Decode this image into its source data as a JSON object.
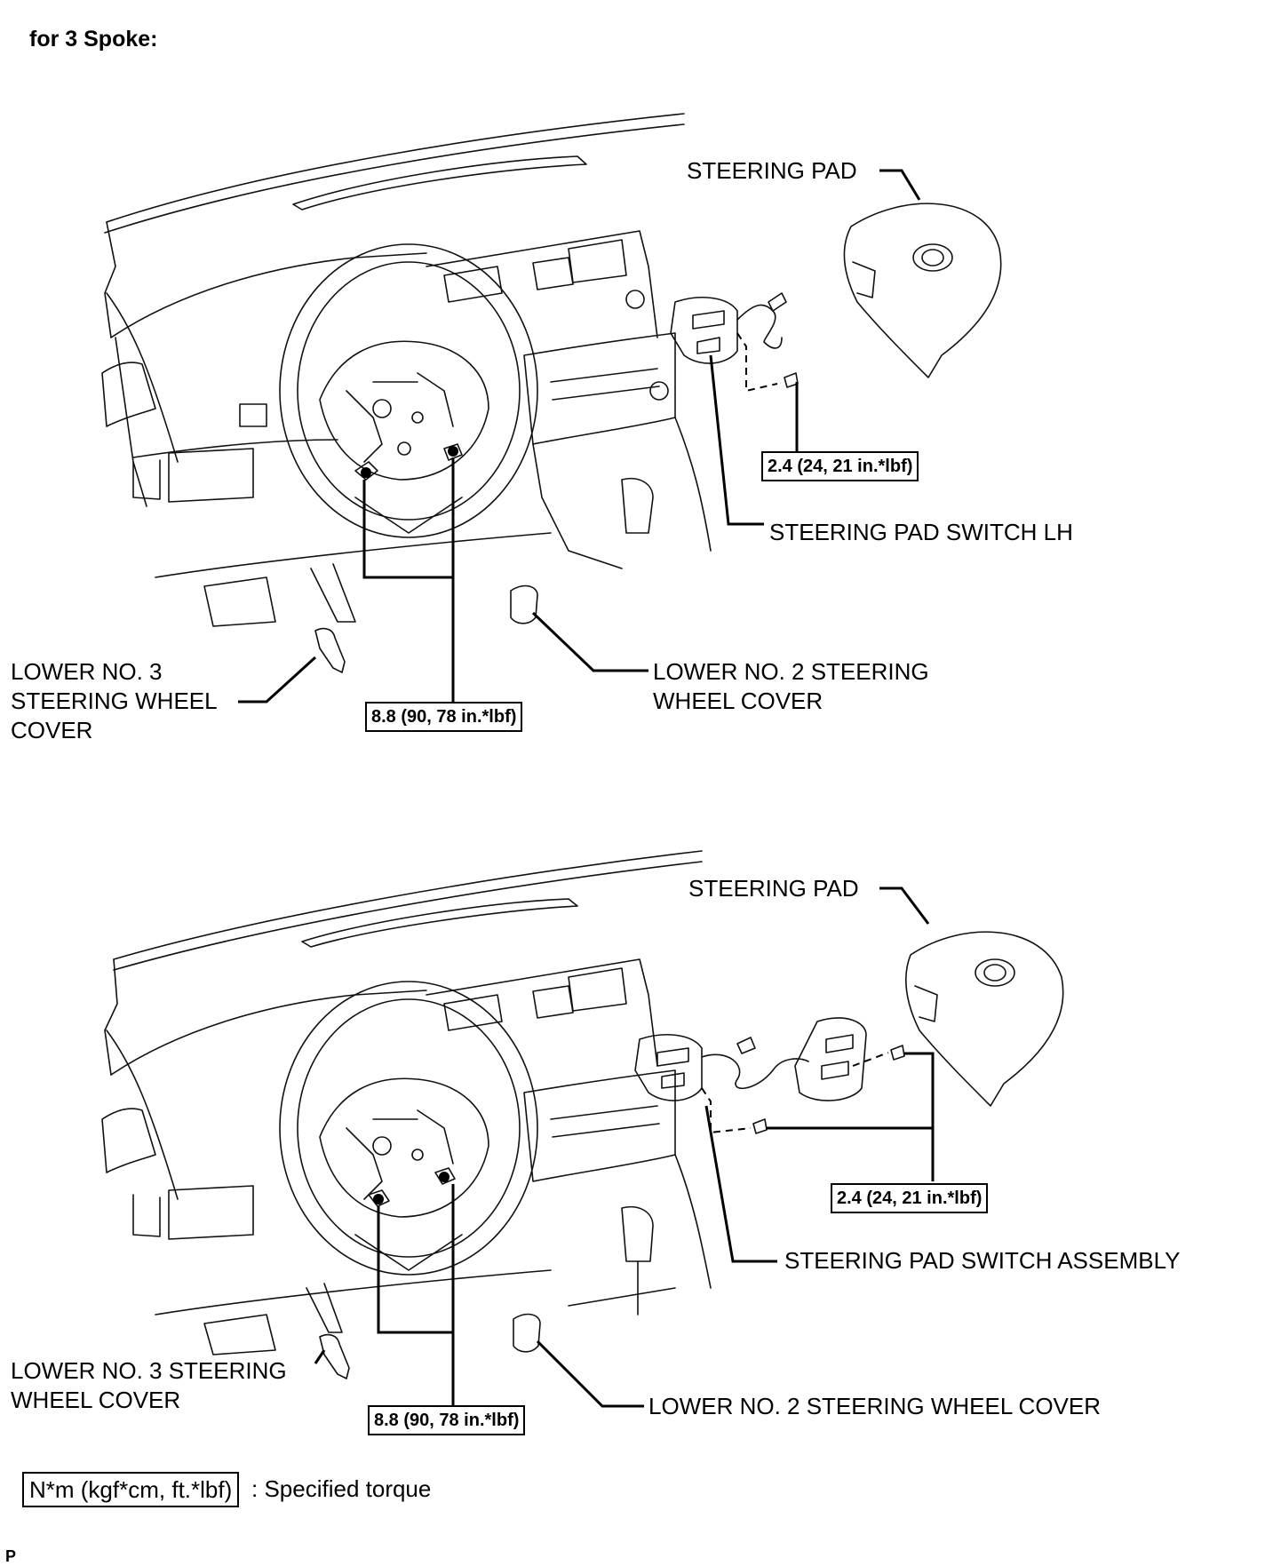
{
  "heading": "for 3 Spoke:",
  "diagrams": [
    {
      "labels": {
        "steering_pad": "STEERING PAD",
        "switch": "STEERING PAD SWITCH LH",
        "lower_no3_line1": "LOWER NO. 3",
        "lower_no3_line2": "STEERING WHEEL",
        "lower_no3_line3": "COVER",
        "lower_no2_line1": "LOWER NO. 2 STEERING",
        "lower_no2_line2": "WHEEL COVER"
      },
      "torques": {
        "small": "2.4 (24, 21 in.*lbf)",
        "large": "8.8 (90, 78 in.*lbf)"
      }
    },
    {
      "labels": {
        "steering_pad": "STEERING PAD",
        "switch": "STEERING PAD SWITCH ASSEMBLY",
        "lower_no3_line1": "LOWER NO. 3 STEERING",
        "lower_no3_line2": "WHEEL COVER",
        "lower_no2_line1": "LOWER NO. 2 STEERING WHEEL COVER"
      },
      "torques": {
        "small": "2.4 (24, 21 in.*lbf)",
        "large": "8.8 (90, 78 in.*lbf)"
      }
    }
  ],
  "legend": {
    "box": "N*m (kgf*cm, ft.*lbf)",
    "text": ": Specified torque"
  },
  "footer": "P"
}
